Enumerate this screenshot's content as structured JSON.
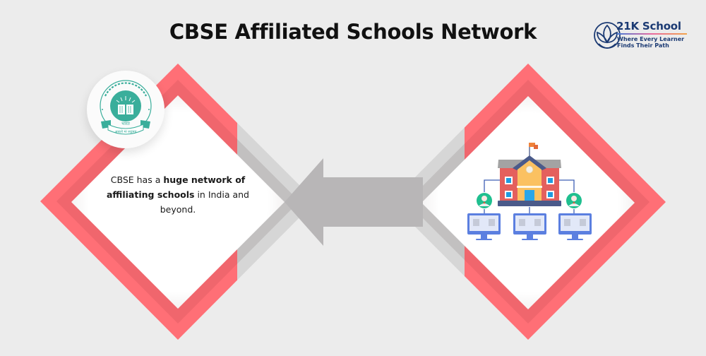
{
  "header": {
    "title": "CBSE Affiliated Schools Network"
  },
  "brand": {
    "name": "21K School",
    "tagline_line1": "Where Every Learner",
    "tagline_line2": "Finds Their Path",
    "icon": "lotus-circle-icon",
    "color": "#1b3a73"
  },
  "left_panel": {
    "logo": {
      "icon": "cbse-emblem-icon",
      "text_top": "केन्द्रीय माध्यमिक शिक्षा बोर्ड",
      "text_banner": "भारत",
      "text_motto": "असतो मा सद्गमय",
      "color": "#3aae9b"
    },
    "description": {
      "part1": "CBSE has a ",
      "bold1": "huge network of affiliating schools",
      "part2": " in India and beyond."
    }
  },
  "arrow": {
    "direction": "left",
    "icon": "left-arrow-icon",
    "color": "#b8b6b7"
  },
  "right_panel": {
    "illustration": "school-network-icon",
    "nodes": [
      "school-building",
      "person-left",
      "person-right",
      "monitor-left",
      "monitor-center",
      "monitor-right"
    ]
  },
  "colors": {
    "background": "#ececec",
    "diamond_red": "#ff6f76",
    "diamond_red_inner": "#f0666d",
    "band_gray_outer": "#d6d6d6",
    "band_gray_inner": "#c2c0c0",
    "panel_white": "#ffffff"
  }
}
